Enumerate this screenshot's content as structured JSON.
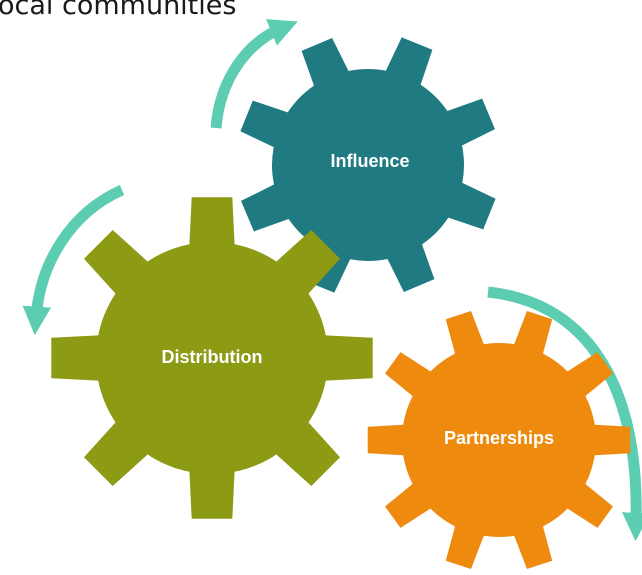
{
  "heading": "ocal communities",
  "gears": [
    {
      "id": "influence",
      "label": "Influence",
      "color": "#1f7a82"
    },
    {
      "id": "distribution",
      "label": "Distribution",
      "color": "#8c9b13"
    },
    {
      "id": "partnerships",
      "label": "Partnerships",
      "color": "#ee8a0d"
    }
  ],
  "arrow_color": "#5ccdb0",
  "icons": {
    "arrow_top": "curved-arrow-icon",
    "arrow_left": "curved-arrow-icon",
    "arrow_right": "curved-arrow-icon"
  }
}
